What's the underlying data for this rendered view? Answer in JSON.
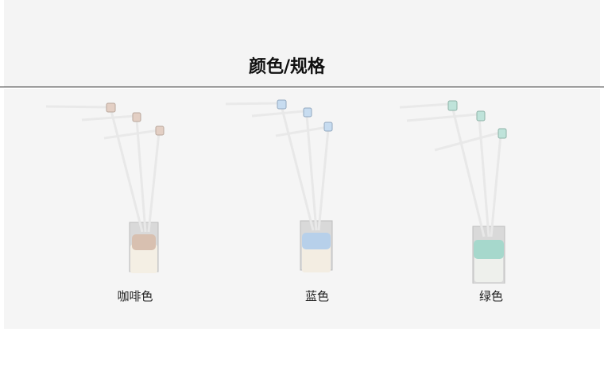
{
  "title": "颜色/规格",
  "products": [
    {
      "label": "咖啡色",
      "accent": "#d8c0b0",
      "tag": "#e3cfc4"
    },
    {
      "label": "蓝色",
      "accent": "#b7d0ea",
      "tag": "#c7dcf0"
    },
    {
      "label": "绿色",
      "accent": "#a6d8cc",
      "tag": "#bfe3da"
    }
  ]
}
